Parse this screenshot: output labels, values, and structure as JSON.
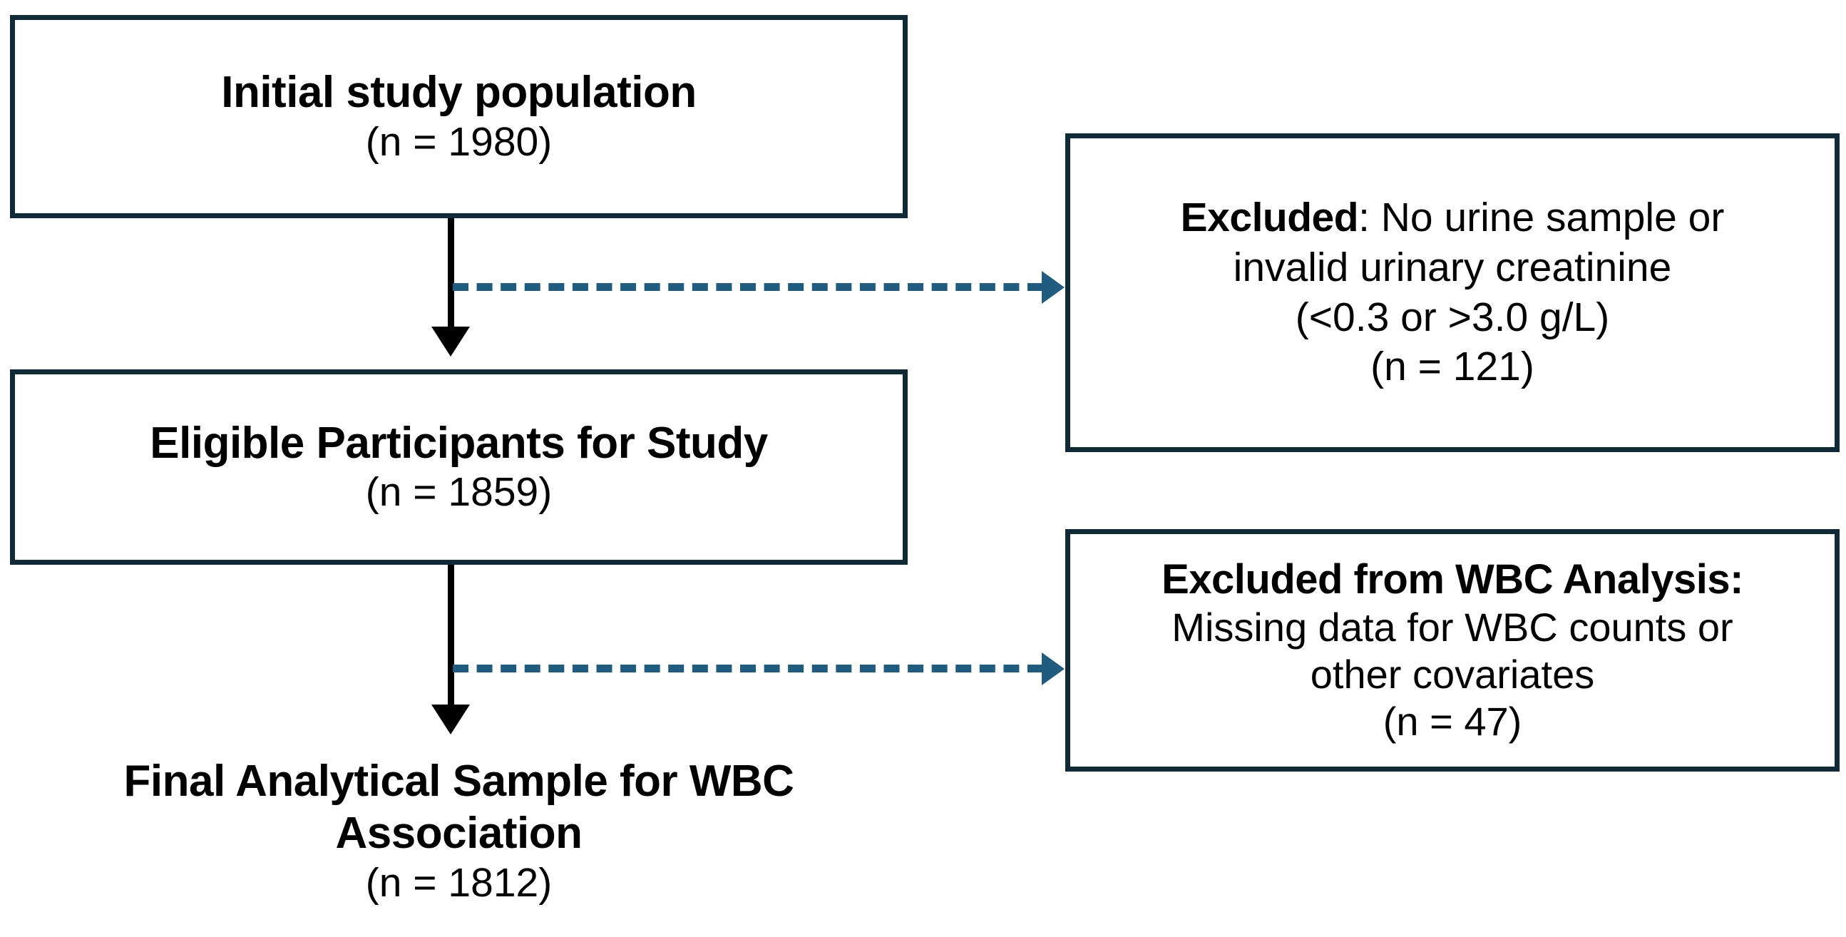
{
  "diagram": {
    "type": "study-flow-diagram",
    "colors": {
      "box_border": "#102A38",
      "text": "#000000",
      "solid_connector": "#000000",
      "dashed_connector": "#1F5C80",
      "background": "#FFFFFF"
    },
    "nodes": {
      "initial": {
        "title": "Initial study population",
        "count_label": "(n = 1980)",
        "n": 1980,
        "bordered": true
      },
      "eligible": {
        "title": "Eligible Participants for Study",
        "count_label": "(n = 1859)",
        "n": 1859,
        "bordered": true
      },
      "final": {
        "title_line_1": "Final Analytical Sample for WBC",
        "title_line_2": "Association",
        "count_label": "(n = 1812)",
        "n": 1812,
        "bordered": false
      },
      "excluded_1": {
        "heading": "Excluded",
        "heading_separator": ":",
        "reason_line_1": "No urine sample or",
        "reason_line_2": "invalid urinary creatinine",
        "criterion_line": "(<0.3 or >3.0 g/L)",
        "count_label": "(n = 121)",
        "n": 121,
        "bordered": true
      },
      "excluded_2": {
        "heading": "Excluded from WBC Analysis:",
        "reason_line_1": "Missing data for WBC counts or",
        "reason_line_2": "other covariates",
        "count_label": "(n = 47)",
        "n": 47,
        "bordered": true
      }
    },
    "connectors": {
      "initial_to_eligible": {
        "style": "solid",
        "direction": "down",
        "color": "#000000"
      },
      "eligible_to_final": {
        "style": "solid",
        "direction": "down",
        "color": "#000000"
      },
      "initial_to_excluded_1": {
        "style": "dashed",
        "direction": "right",
        "color": "#1F5C80"
      },
      "eligible_to_excluded_2": {
        "style": "dashed",
        "direction": "right",
        "color": "#1F5C80"
      }
    }
  }
}
